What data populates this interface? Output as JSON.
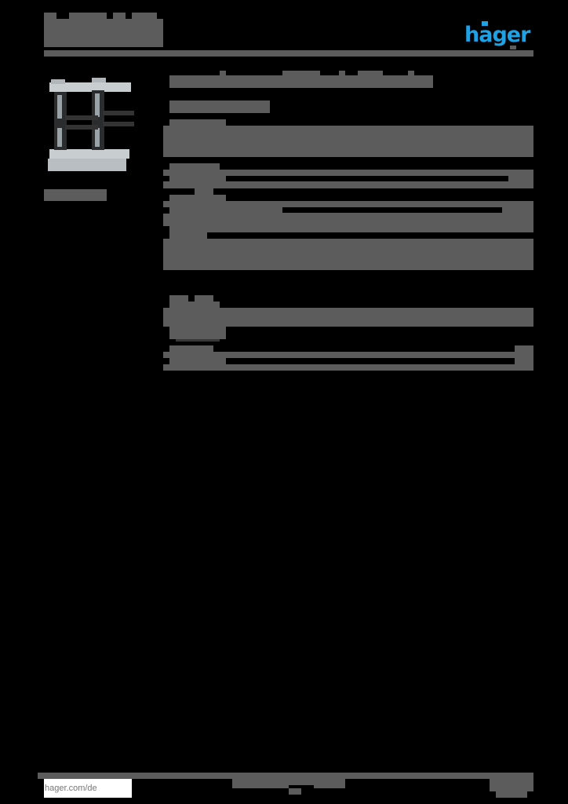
{
  "document": {
    "type": "product datasheet",
    "brand": {
      "logo_text": "hager",
      "logo_color": "#1ea2e6"
    },
    "header": {
      "title_block": "",
      "rule_color": "#5b5c5b"
    },
    "product_image": {
      "alt": "busbar adapter product image",
      "caption": ""
    },
    "main": {
      "title": "",
      "subtitle": "",
      "sections": [
        {
          "name": "section-1",
          "heading": "",
          "body": ""
        },
        {
          "name": "section-2",
          "heading": "",
          "value": ""
        },
        {
          "name": "section-3",
          "heading": "",
          "value": ""
        },
        {
          "name": "section-4",
          "heading": "",
          "body": ""
        },
        {
          "name": "section-5",
          "heading": "",
          "body": ""
        },
        {
          "name": "section-6",
          "heading": "",
          "value": ""
        }
      ]
    },
    "footer": {
      "website": "hager.com/de",
      "center_text": "",
      "page_info": ""
    },
    "colors": {
      "background": "#000000",
      "text_block": "#5b5c5b",
      "accent": "#1ea2e6"
    }
  }
}
